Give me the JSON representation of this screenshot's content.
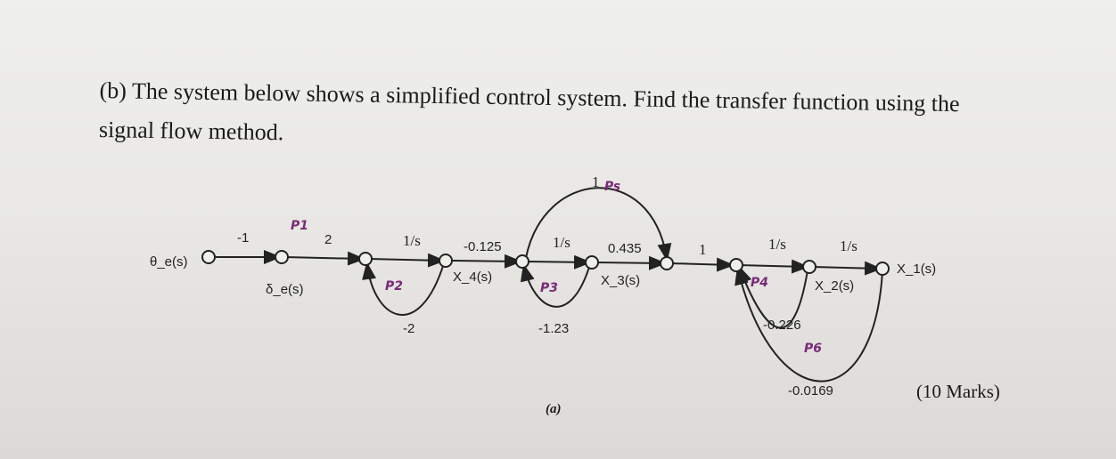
{
  "question": {
    "line1": "(b) The system below shows a simplified control system. Find the transfer function using the",
    "line2": "signal flow method."
  },
  "marks": "(10 Marks)",
  "figure_label": "(a)",
  "diagram": {
    "input_label": "θ_e(s)",
    "output_label": "X_1(s)",
    "delta_label": "δ_e(s)",
    "x4_label": "X_4(s)",
    "x3_label": "X_3(s)",
    "x2_label": "X_2(s)",
    "gains": {
      "g1": "-1",
      "g2": "2",
      "g3": "1/s",
      "g4": "-0.125",
      "g5": "1/s",
      "g6": "0.435",
      "g7": "1",
      "g8": "1/s",
      "g9": "1/s",
      "top_loop": "1",
      "loop_p2": "-2",
      "loop_p3": "-1.23",
      "loop_p5": "-0.226",
      "loop_p6": "-0.0169"
    },
    "handwritten": {
      "p1": "P1",
      "p2": "P2",
      "p3": "P3",
      "p5": "Ps",
      "p4": "P4",
      "p6": "P6"
    }
  }
}
